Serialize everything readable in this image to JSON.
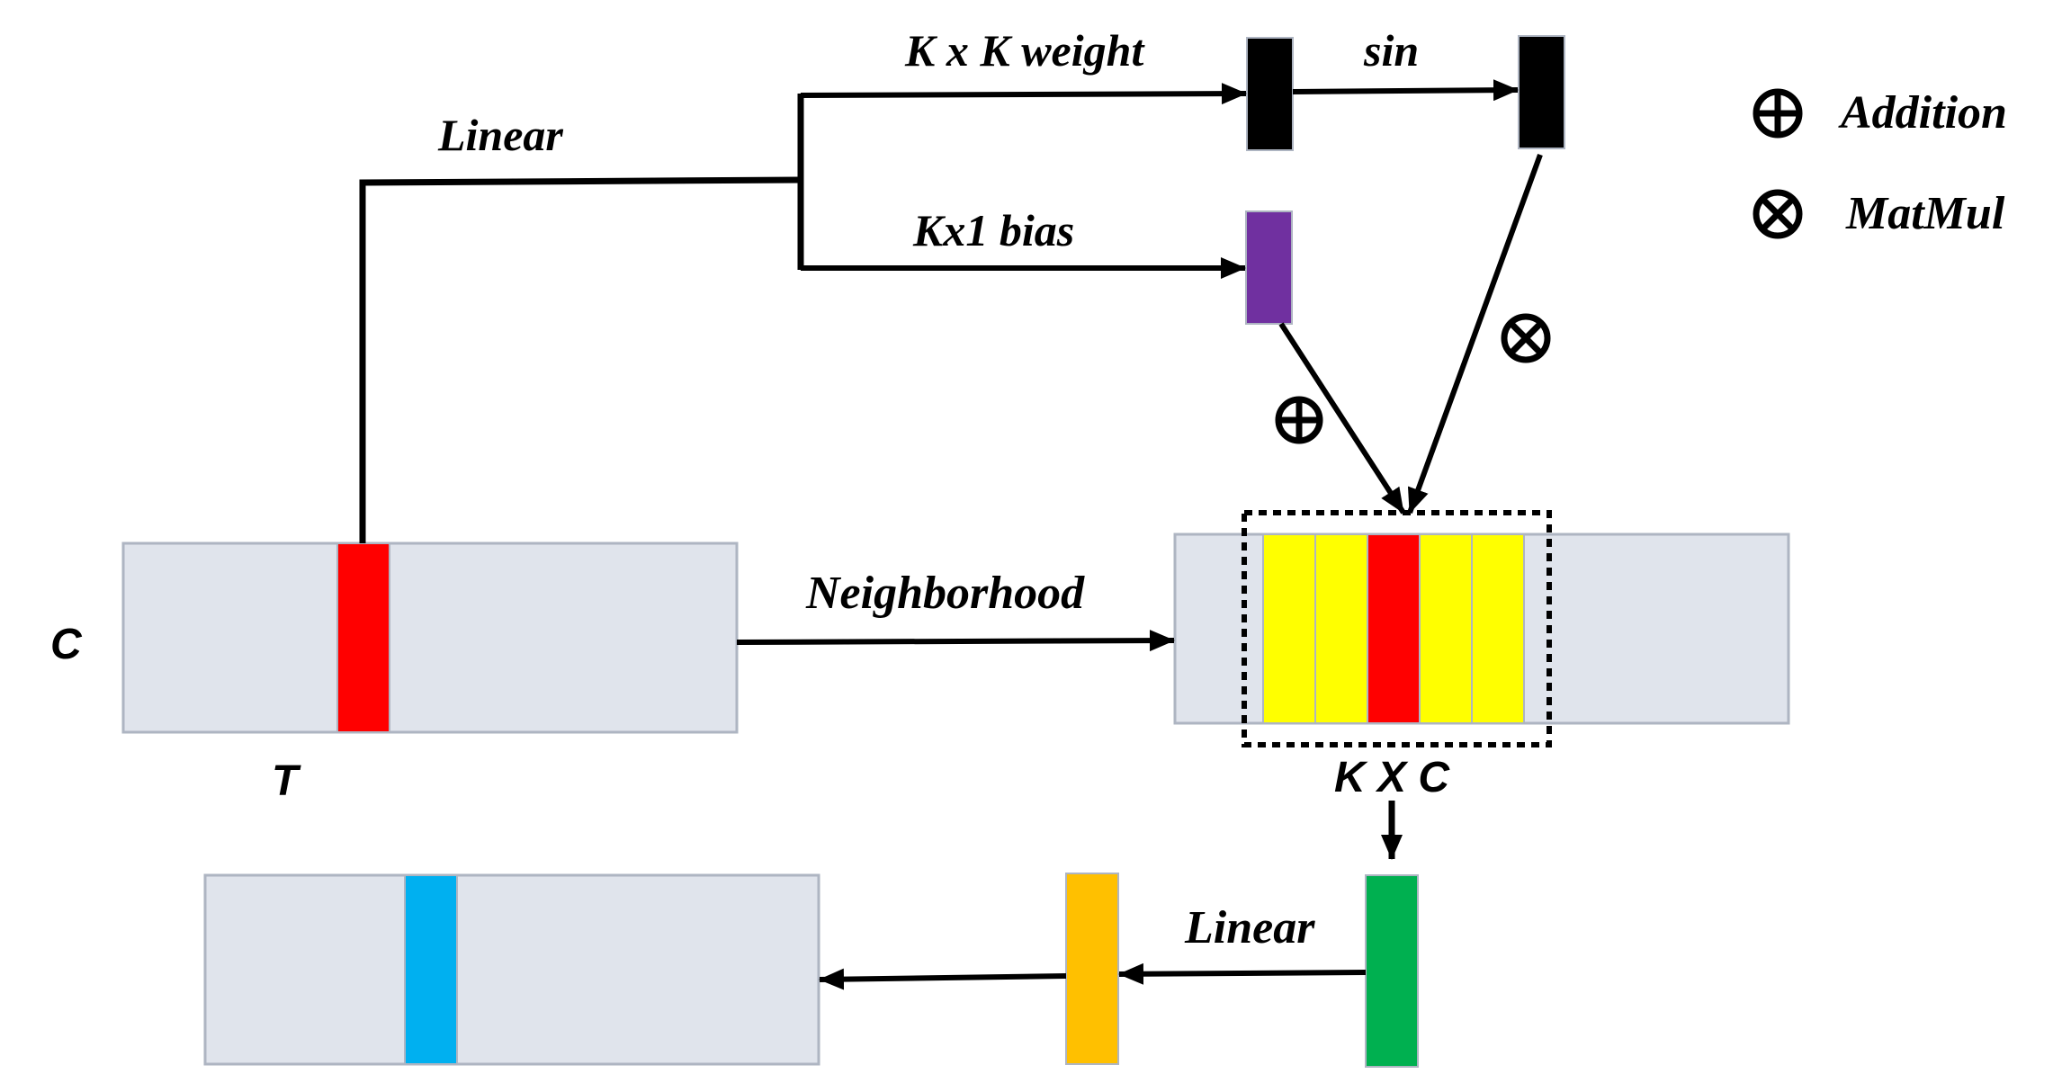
{
  "labels": {
    "linear_top": "Linear",
    "weight": "K x K weight",
    "sin": "sin",
    "bias": "Kx1 bias",
    "neighborhood": "Neighborhood",
    "linear_bottom": "Linear",
    "c_axis": "C",
    "t_axis": "T",
    "kxc": "K X C"
  },
  "legend": [
    {
      "icon": "circled-plus-icon",
      "label": "Addition"
    },
    {
      "icon": "circled-times-icon",
      "label": "MatMul"
    }
  ],
  "colors": {
    "sequence_box": "#e0e4ec",
    "sequence_border": "#aeb5c2",
    "token_red": "#ff0000",
    "neighbor_yellow": "#ffff00",
    "weight_black": "#000000",
    "bias_purple": "#7030a0",
    "result_green": "#00b050",
    "output_orange": "#ffc000",
    "output_blue": "#00b0f0"
  }
}
